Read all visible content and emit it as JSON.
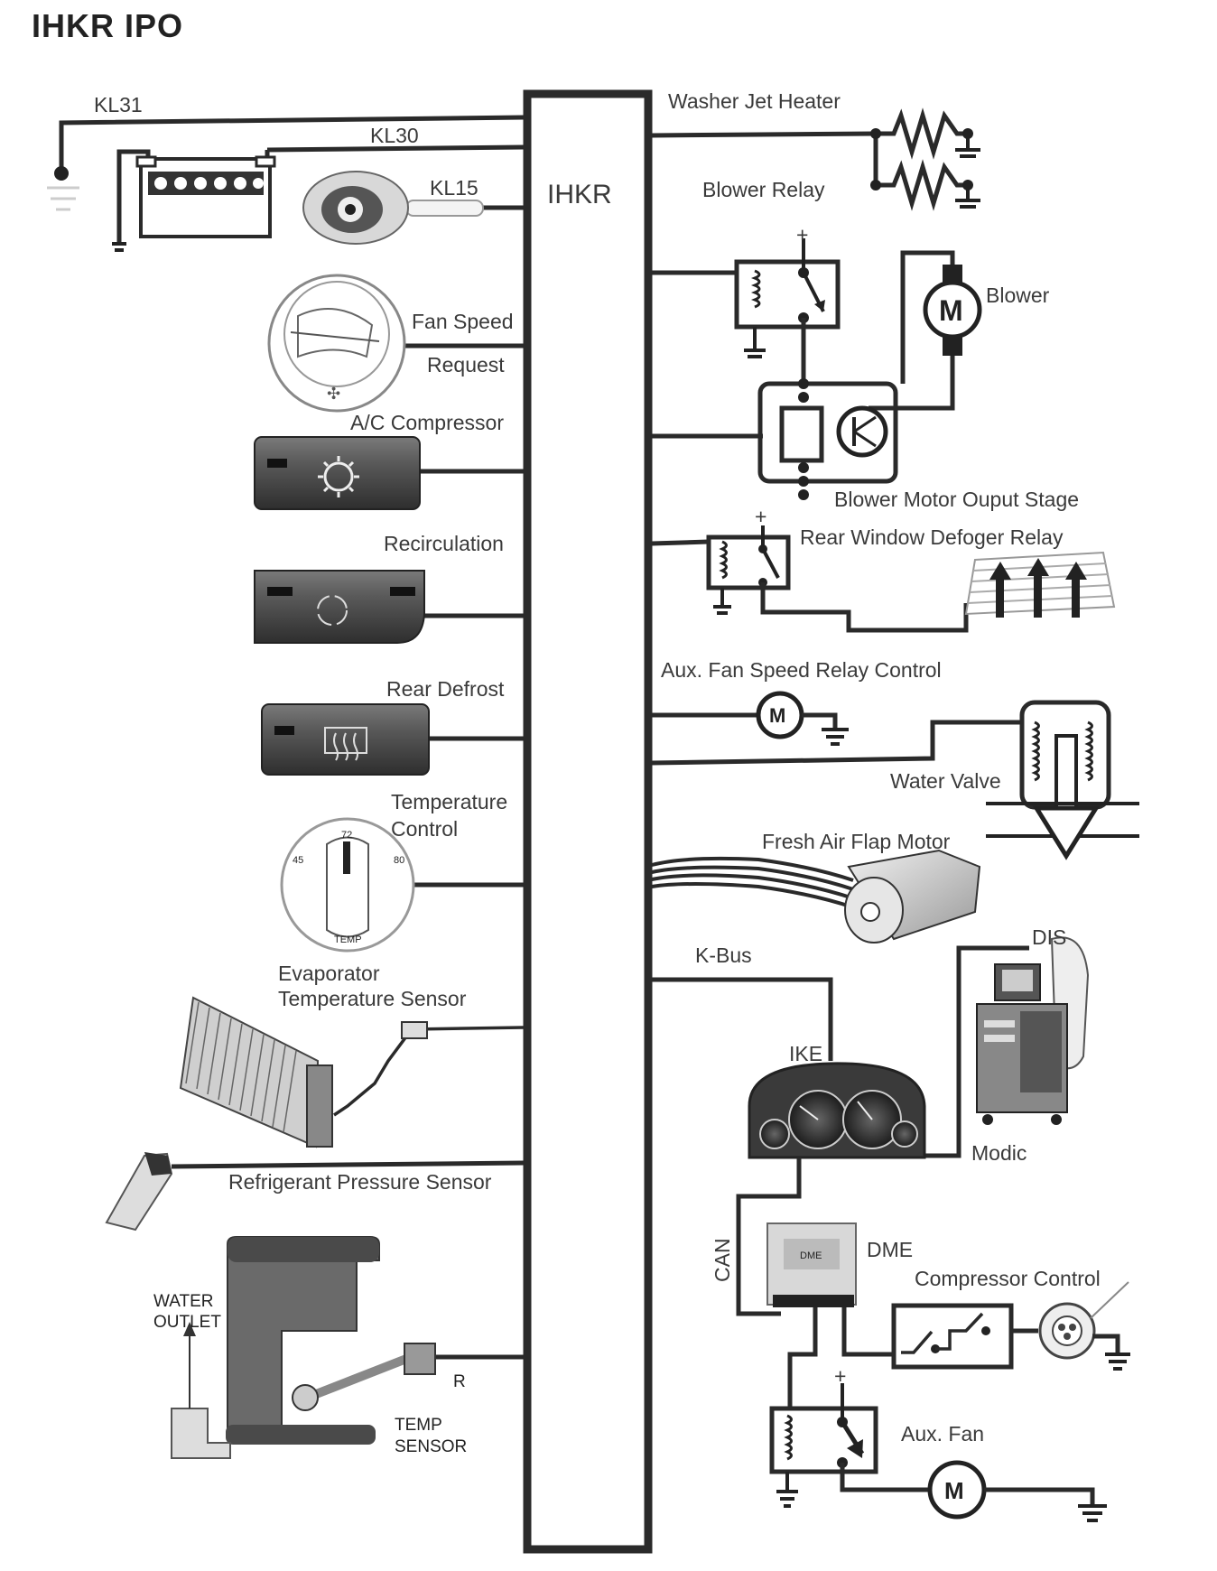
{
  "title": "IHKR IPO",
  "module": "IHKR",
  "left": {
    "kl31": "KL31",
    "kl30": "KL30",
    "kl15": "KL15",
    "fan_speed_1": "Fan Speed",
    "fan_speed_2": "Request",
    "ac_compressor": "A/C Compressor",
    "recirculation": "Recirculation",
    "rear_defrost": "Rear Defrost",
    "temp_control_1": "Temperature",
    "temp_control_2": "Control",
    "temp_dial": {
      "low": "45",
      "mid": "72",
      "high": "80",
      "name": "TEMP"
    },
    "evap_1": "Evaporator",
    "evap_2": "Temperature Sensor",
    "refrigerant": "Refrigerant Pressure Sensor",
    "water_outlet_1": "WATER",
    "water_outlet_2": "OUTLET",
    "coolant_1": "TEMP",
    "coolant_2": "SENSOR",
    "coolant_partial": "R"
  },
  "right": {
    "washer_jet": "Washer Jet Heater",
    "blower_relay": "Blower Relay",
    "blower": "Blower",
    "blower_stage": "Blower Motor Ouput Stage",
    "rear_defog": "Rear Window Defoger Relay",
    "aux_fan_relay": "Aux. Fan Speed Relay Control",
    "water_valve": "Water Valve",
    "fresh_air": "Fresh Air Flap Motor",
    "kbus": "K-Bus",
    "dis": "DIS",
    "ike": "IKE",
    "modic": "Modic",
    "can": "CAN",
    "dme": "DME",
    "dme_chip": "DME",
    "compressor_control": "Compressor Control",
    "aux_fan": "Aux. Fan",
    "motor_symbol": "M",
    "plus": "+"
  }
}
